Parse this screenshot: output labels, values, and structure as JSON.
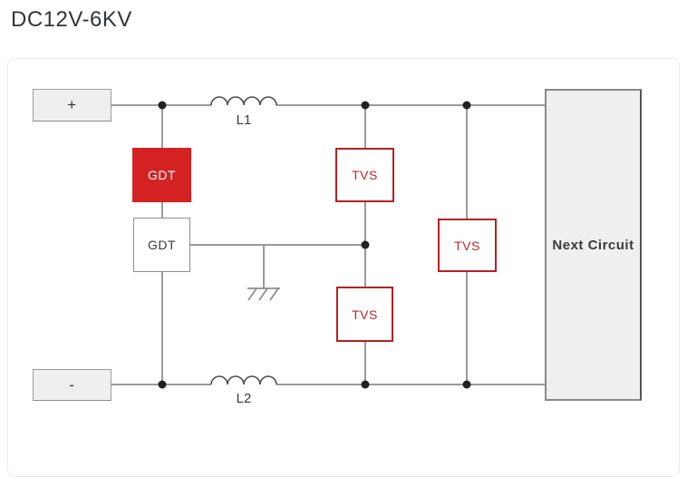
{
  "title": "DC12V-6KV",
  "diagram": {
    "terminal_plus": "+",
    "terminal_minus": "-",
    "gdt_primary": "GDT",
    "gdt_secondary": "GDT",
    "tvs_line": "TVS",
    "tvs_mid": "TVS",
    "tvs_output": "TVS",
    "next_circuit": "Next Circuit",
    "inductor_top": "L1",
    "inductor_bottom": "L2",
    "colors": {
      "gdt_fill_red": "#d42222",
      "tvs_red": "#b52025",
      "wire_gray": "#9a9a9a",
      "coil_dark": "#4c4c4c",
      "block_fill_gray": "#efefef",
      "junction_dot": "#232021",
      "title_text": "#32343a"
    }
  }
}
